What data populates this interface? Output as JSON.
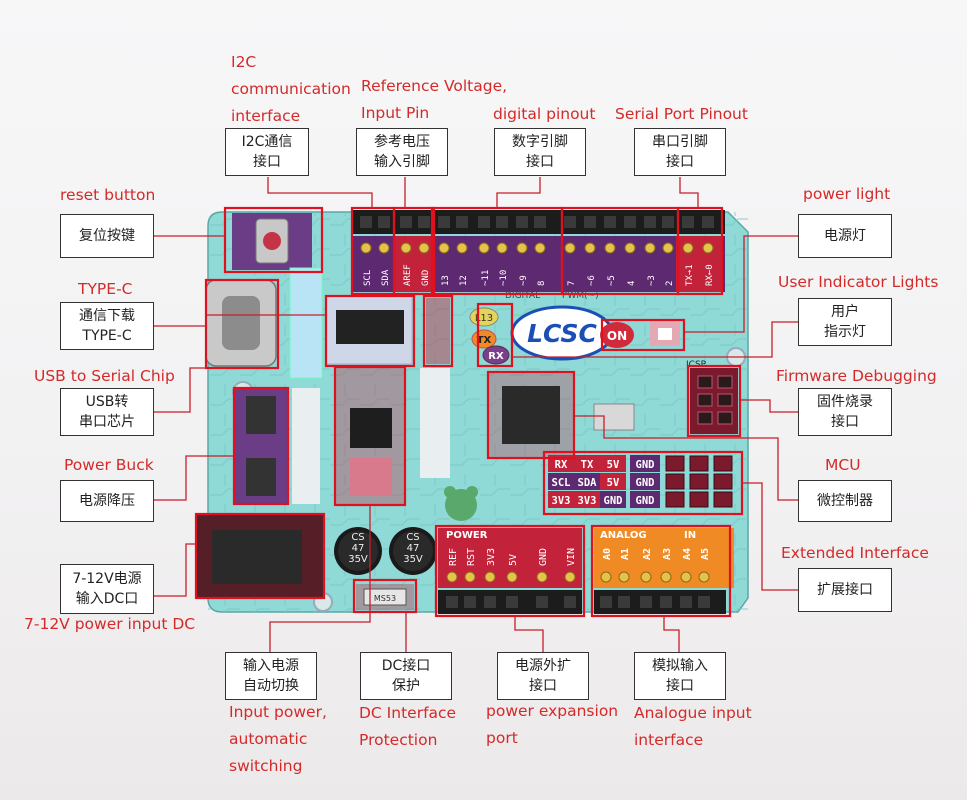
{
  "callouts": [
    {
      "id": "i2c",
      "cn": "I2C通信\n接口",
      "en": "I2C\ncommunication\ninterface"
    },
    {
      "id": "aref",
      "cn": "参考电压\n输入引脚",
      "en": "Reference Voltage,\nInput Pin"
    },
    {
      "id": "digital",
      "cn": "数字引脚\n接口",
      "en": "digital pinout"
    },
    {
      "id": "serial",
      "cn": "串口引脚\n接口",
      "en": "Serial Port Pinout"
    },
    {
      "id": "reset",
      "cn": "复位按键",
      "en": "reset button"
    },
    {
      "id": "typec",
      "cn": "通信下载\nTYPE-C",
      "en": "TYPE-C"
    },
    {
      "id": "usbserial",
      "cn": "USB转\n串口芯片",
      "en": "USB to Serial Chip"
    },
    {
      "id": "buck",
      "cn": "电源降压",
      "en": "Power Buck"
    },
    {
      "id": "dcin",
      "cn": "7-12V电源\n输入DC口",
      "en": "7-12V power input DC"
    },
    {
      "id": "powerlight",
      "cn": "电源灯",
      "en": "power light"
    },
    {
      "id": "userled",
      "cn": "用户\n指示灯",
      "en": "User Indicator Lights"
    },
    {
      "id": "firmware",
      "cn": "固件烧录\n接口",
      "en": "Firmware Debugging"
    },
    {
      "id": "mcu",
      "cn": "微控制器",
      "en": "MCU"
    },
    {
      "id": "ext",
      "cn": "扩展接口",
      "en": "Extended Interface"
    },
    {
      "id": "autoswitch",
      "cn": "输入电源\n自动切换",
      "en": "Input power,\nautomatic\nswitching"
    },
    {
      "id": "dcprot",
      "cn": "DC接口\n保护",
      "en": "DC Interface\nProtection"
    },
    {
      "id": "powerexp",
      "cn": "电源外扩\n接口",
      "en": "power expansion\nport"
    },
    {
      "id": "analog",
      "cn": "模拟输入\n接口",
      "en": "Analogue input\ninterface"
    }
  ],
  "board": {
    "logo": "LCSC",
    "on_label": "ON",
    "led_l13": "L13",
    "led_tx": "TX",
    "led_rx": "RX",
    "icsp": "ICSP",
    "cap1": "CS\n47\n35V",
    "cap2": "CS\n47\n35V",
    "fuse": "MS53",
    "power_header": "POWER",
    "analog_header": "ANALOG",
    "in_label": "IN",
    "digital_text": "DIGITAL",
    "pwm_text": "PWM(~)",
    "top_pins": [
      "SCL",
      "SDA",
      "AREF",
      "GND",
      "13",
      "12",
      "~11",
      "~10",
      "~9",
      "8",
      "7",
      "~6",
      "~5",
      "4",
      "~3",
      "2",
      "TX→1",
      "RX←0"
    ],
    "power_pins": [
      "REF",
      "RST",
      "3V3",
      "5V",
      "GND",
      "VIN"
    ],
    "analog_pins": [
      "A0",
      "A1",
      "A2",
      "A3",
      "A4",
      "A5"
    ],
    "ext_rows": [
      [
        "RX",
        "TX",
        "5V",
        "GND"
      ],
      [
        "SCL",
        "SDA",
        "5V",
        "GND"
      ],
      [
        "3V3",
        "3V3",
        "GND",
        "GND"
      ]
    ],
    "colors": {
      "pcb": "#8fd9d6",
      "pin_purple": "#5d2a72",
      "pin_red": "#c2233a",
      "pin_orange": "#f08a24",
      "highlight": "#e0101e",
      "logo_blue": "#1c4fb5"
    }
  }
}
